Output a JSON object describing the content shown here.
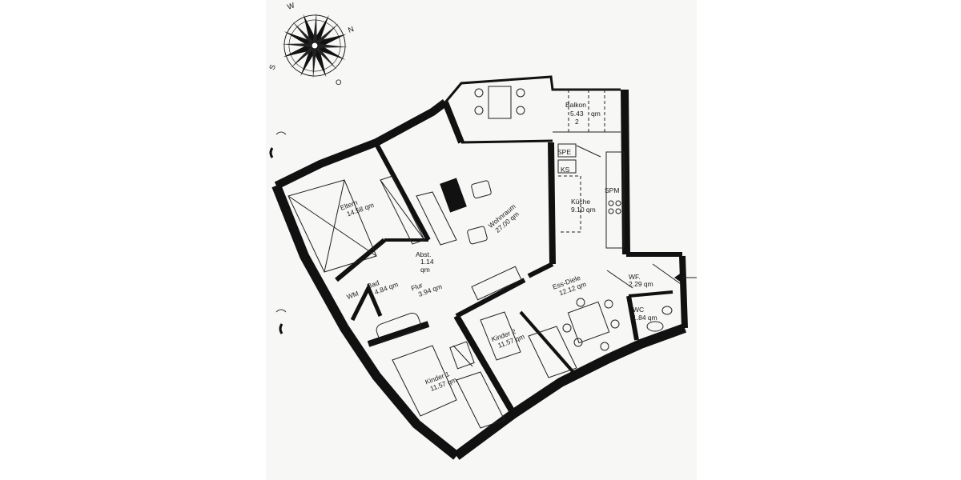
{
  "document": {
    "type": "floor plan (scanned)",
    "background_color": "#f7f7f6",
    "wall_color": "#111111"
  },
  "compass": {
    "labels": {
      "north": "N",
      "south": "S",
      "east": "O",
      "west": "W"
    }
  },
  "rooms": [
    {
      "id": "balkon",
      "name": "Balkon",
      "area": "5.43",
      "unit": "qm",
      "note": "2"
    },
    {
      "id": "eltern",
      "name": "Eltern",
      "area": "14.58",
      "unit": "qm"
    },
    {
      "id": "wohnraum",
      "name": "Wohnraum",
      "area": "27.00",
      "unit": "qm"
    },
    {
      "id": "kueche",
      "name": "Küche",
      "area": "9.10",
      "unit": "qm"
    },
    {
      "id": "abst",
      "name": "Abst.",
      "area": "1.14",
      "unit": "qm"
    },
    {
      "id": "bad",
      "name": "Bad",
      "area": "4.84",
      "unit": "qm"
    },
    {
      "id": "flur",
      "name": "Flur",
      "area": "3.94",
      "unit": "qm"
    },
    {
      "id": "ess-diele",
      "name": "Ess-Diele",
      "area": "12.12",
      "unit": "qm"
    },
    {
      "id": "wf",
      "name": "WF.",
      "area": "2.29",
      "unit": "qm"
    },
    {
      "id": "wc",
      "name": "WC",
      "area": "1.84",
      "unit": "qm"
    },
    {
      "id": "kinder1",
      "name": "Kinder 1",
      "area": "11.57",
      "unit": "qm"
    },
    {
      "id": "kinder2",
      "name": "Kinder 2",
      "area": "11.57",
      "unit": "qm"
    }
  ],
  "fixtures": {
    "spe": "SPE",
    "ks": "KS",
    "spm": "SPM",
    "wm": "WM"
  },
  "labels_text": {
    "balkon_name": "Balkon",
    "balkon_area": "5.43",
    "balkon_unit": "qm",
    "balkon_note": "2",
    "eltern": "Eltern",
    "eltern_area": "14.58 qm",
    "wohnraum": "Wohnraum",
    "wohnraum_area": "27.00 qm",
    "kueche": "Küche",
    "kueche_area": "9.10 qm",
    "abst": "Abst.",
    "abst_area1": "1.14",
    "abst_area2": "qm",
    "bad": "Bad",
    "bad_area": "4.84 qm",
    "flur": "Flur",
    "flur_area": "3.94 qm",
    "ess_diele": "Ess-Diele",
    "ess_diele_area": "12.12 qm",
    "wf": "WF.",
    "wf_area": "2.29 qm",
    "wc": "WC",
    "wc_area": "1.84 qm",
    "kinder1": "Kinder 1",
    "kinder1_area": "11.57 qm",
    "kinder2": "Kinder 2",
    "kinder2_area": "11.57 qm"
  }
}
